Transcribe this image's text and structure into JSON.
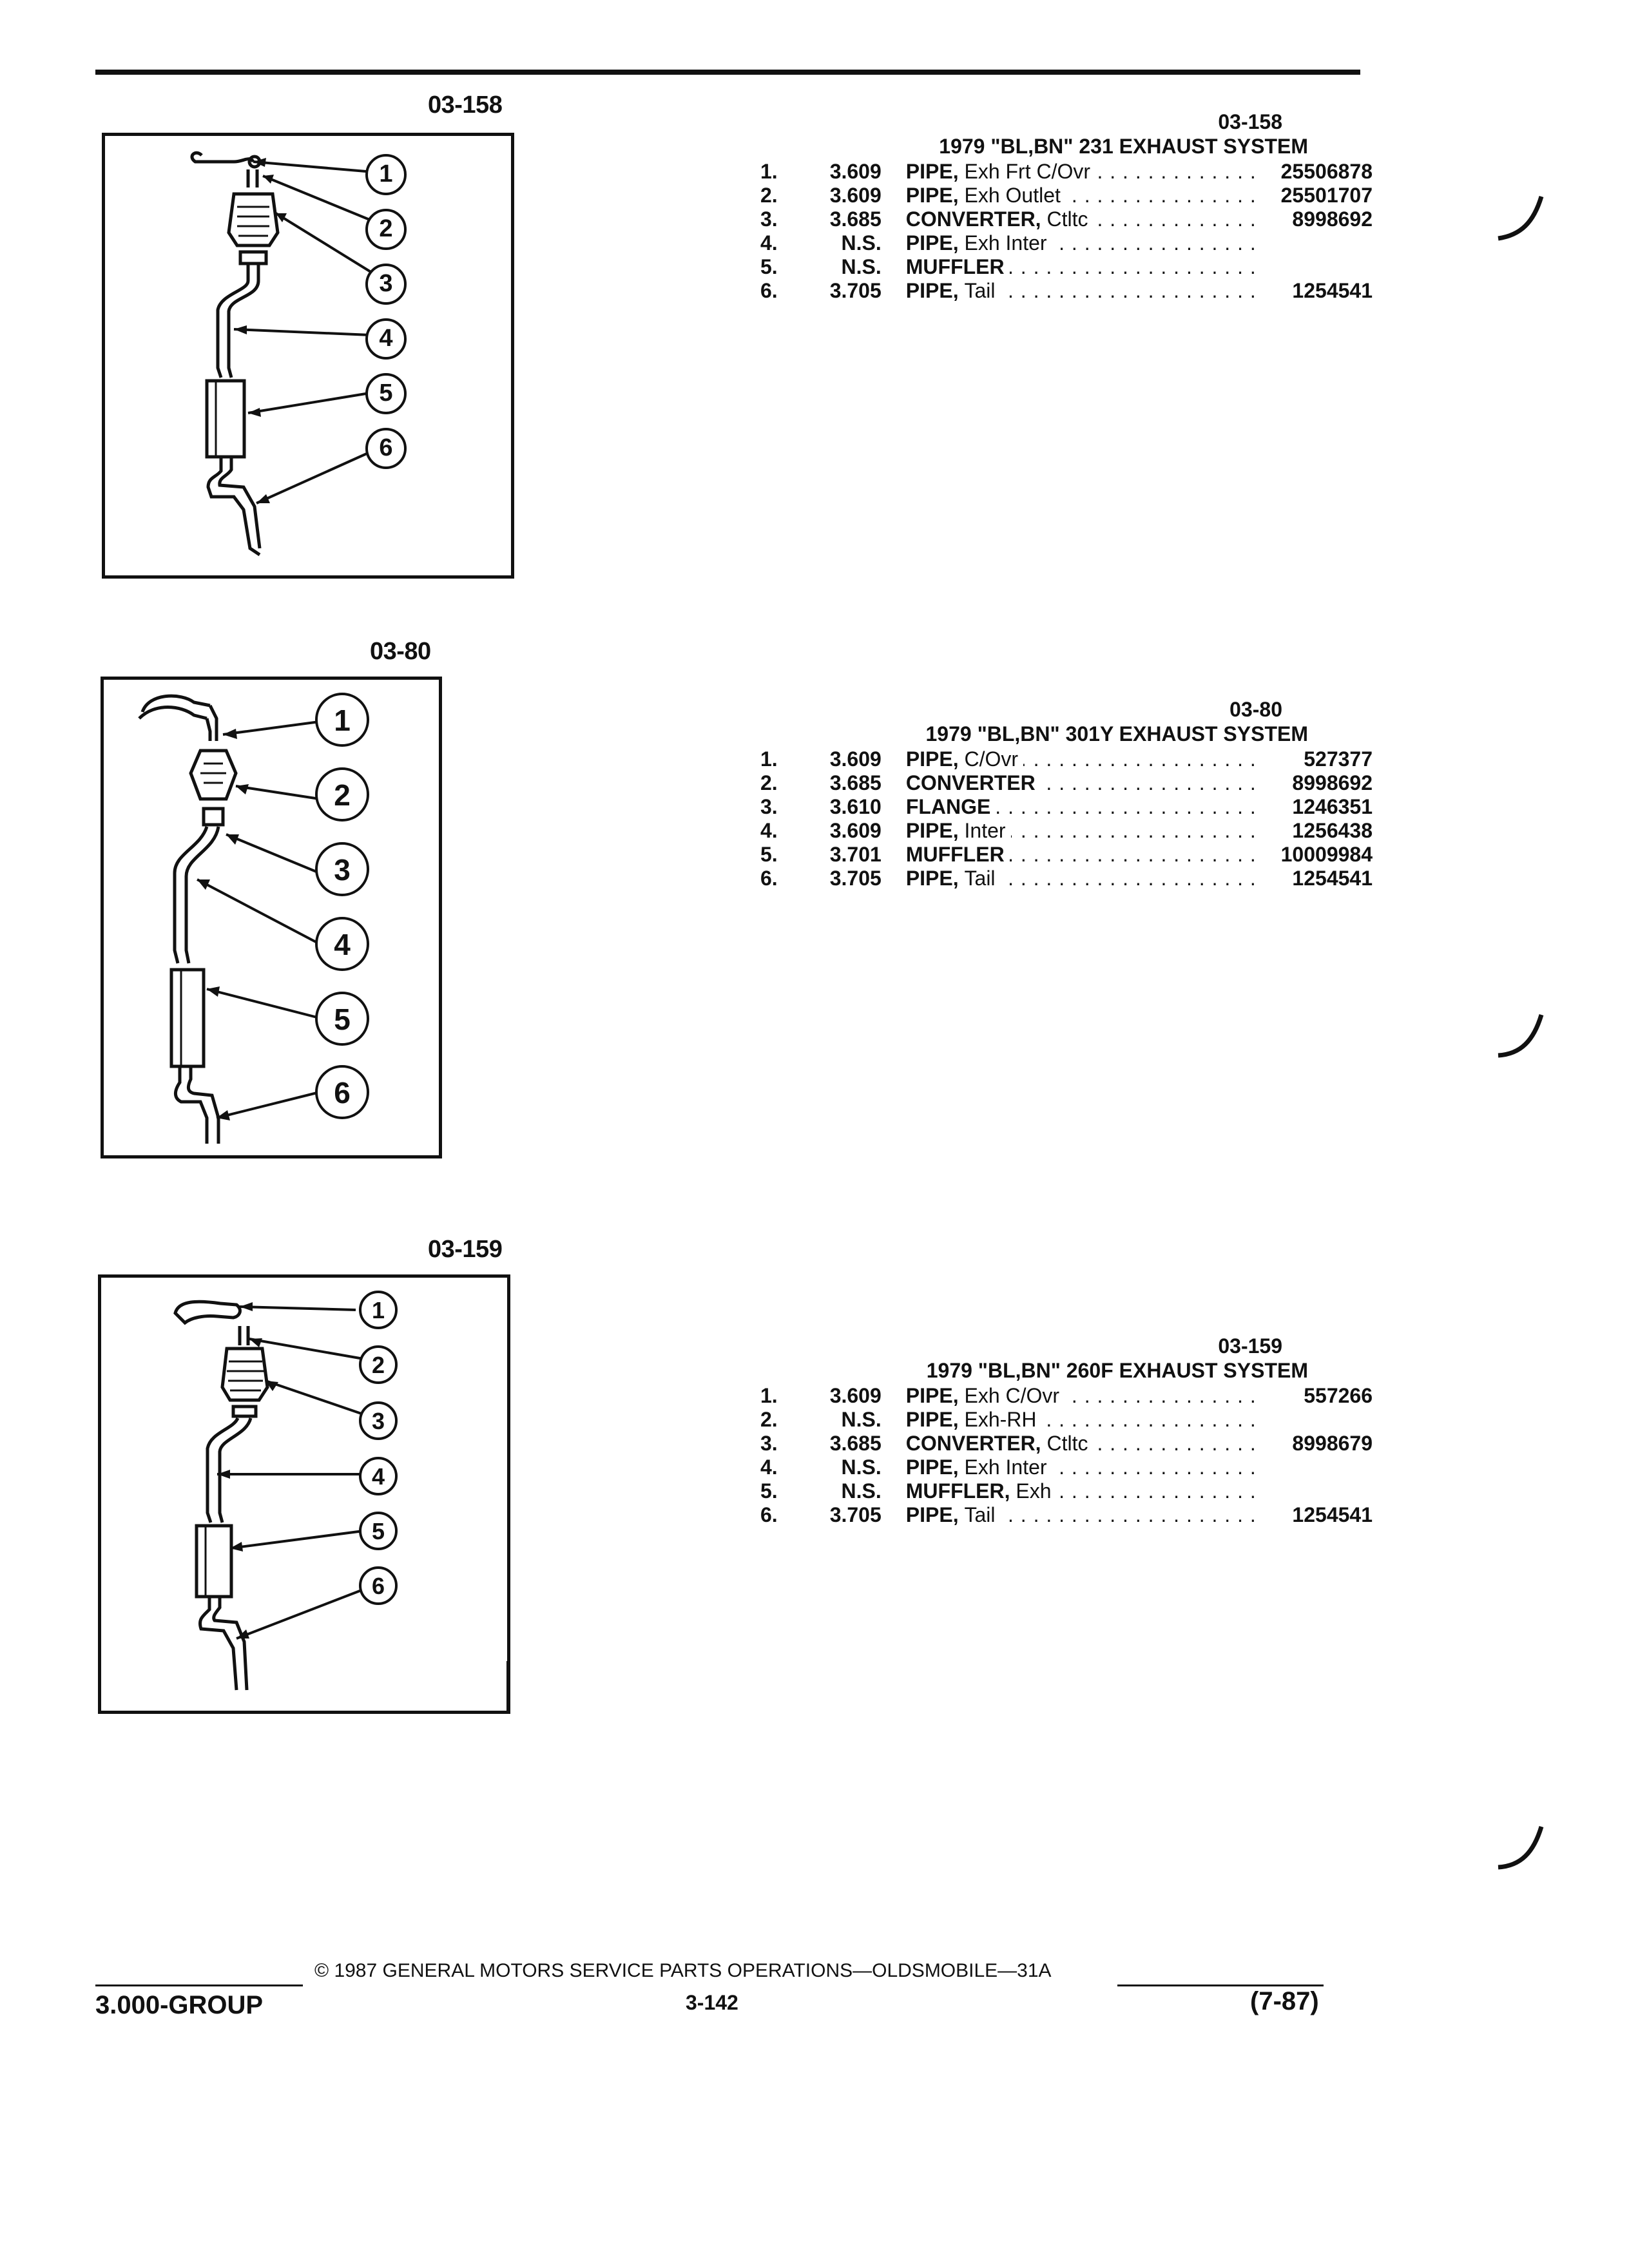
{
  "figures": [
    {
      "label": "03-158",
      "code": "03-158",
      "title": "1979 \"BL,BN\" 231 EXHAUST SYSTEM",
      "callouts": [
        "1",
        "2",
        "3",
        "4",
        "5",
        "6"
      ],
      "items": [
        {
          "num": "1.",
          "group": "3.609",
          "name": "PIPE,",
          "desc": "Exh Frt C/Ovr",
          "part": "25506878"
        },
        {
          "num": "2.",
          "group": "3.609",
          "name": "PIPE,",
          "desc": "Exh Outlet",
          "part": "25501707"
        },
        {
          "num": "3.",
          "group": "3.685",
          "name": "CONVERTER,",
          "desc": "Ctltc",
          "part": "8998692"
        },
        {
          "num": "4.",
          "group": "N.S.",
          "name": "PIPE,",
          "desc": "Exh Inter",
          "part": ""
        },
        {
          "num": "5.",
          "group": "N.S.",
          "name": "MUFFLER",
          "desc": "",
          "part": ""
        },
        {
          "num": "6.",
          "group": "3.705",
          "name": "PIPE,",
          "desc": "Tail",
          "part": "1254541"
        }
      ]
    },
    {
      "label": "03-80",
      "code": "03-80",
      "title": "1979 \"BL,BN\" 301Y EXHAUST SYSTEM",
      "callouts": [
        "1",
        "2",
        "3",
        "4",
        "5",
        "6"
      ],
      "items": [
        {
          "num": "1.",
          "group": "3.609",
          "name": "PIPE,",
          "desc": "C/Ovr",
          "part": "527377"
        },
        {
          "num": "2.",
          "group": "3.685",
          "name": "CONVERTER",
          "desc": "",
          "part": "8998692"
        },
        {
          "num": "3.",
          "group": "3.610",
          "name": "FLANGE",
          "desc": "",
          "part": "1246351"
        },
        {
          "num": "4.",
          "group": "3.609",
          "name": "PIPE,",
          "desc": "Inter",
          "part": "1256438"
        },
        {
          "num": "5.",
          "group": "3.701",
          "name": "MUFFLER",
          "desc": "",
          "part": "10009984"
        },
        {
          "num": "6.",
          "group": "3.705",
          "name": "PIPE,",
          "desc": "Tail",
          "part": "1254541"
        }
      ]
    },
    {
      "label": "03-159",
      "code": "03-159",
      "title": "1979 \"BL,BN\" 260F EXHAUST SYSTEM",
      "callouts": [
        "1",
        "2",
        "3",
        "4",
        "5",
        "6"
      ],
      "items": [
        {
          "num": "1.",
          "group": "3.609",
          "name": "PIPE,",
          "desc": "Exh C/Ovr",
          "part": "557266"
        },
        {
          "num": "2.",
          "group": "N.S.",
          "name": "PIPE,",
          "desc": "Exh-RH",
          "part": ""
        },
        {
          "num": "3.",
          "group": "3.685",
          "name": "CONVERTER,",
          "desc": "Ctltc",
          "part": "8998679"
        },
        {
          "num": "4.",
          "group": "N.S.",
          "name": "PIPE,",
          "desc": "Exh Inter",
          "part": ""
        },
        {
          "num": "5.",
          "group": "N.S.",
          "name": "MUFFLER,",
          "desc": "Exh",
          "part": ""
        },
        {
          "num": "6.",
          "group": "3.705",
          "name": "PIPE,",
          "desc": "Tail",
          "part": "1254541"
        }
      ]
    }
  ],
  "footer": {
    "copyright": "© 1987 GENERAL MOTORS SERVICE PARTS OPERATIONS—OLDSMOBILE—31A",
    "group": "3.000-GROUP",
    "page": "3-142",
    "date": "(7-87)"
  }
}
